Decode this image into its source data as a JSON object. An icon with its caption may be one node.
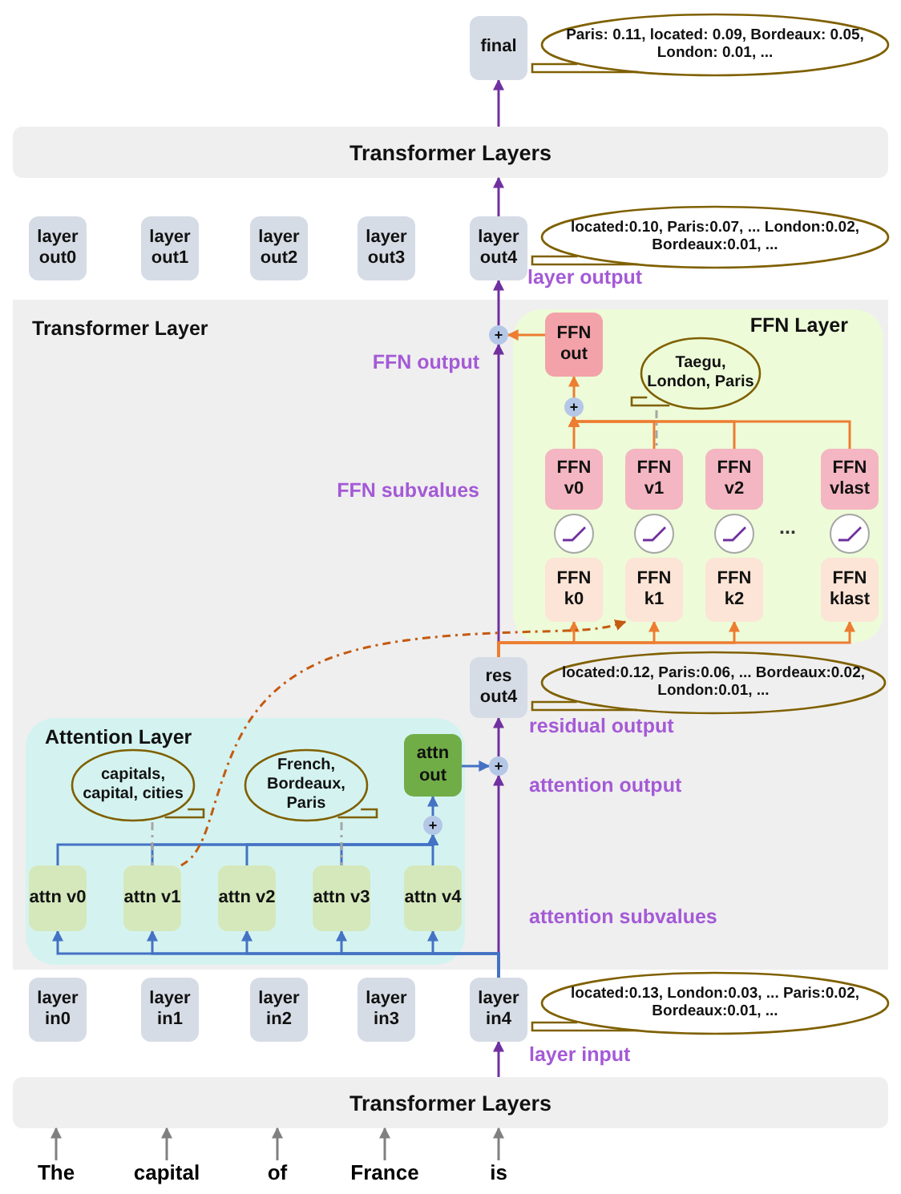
{
  "diagram": {
    "nodes": [
      {
        "text": [
          "final"
        ]
      },
      {
        "text": [
          "Paris: 0.11, located: 0.09, Bordeaux: 0.05, London: 0.01, ..."
        ]
      },
      {
        "text": [
          "Transformer Layers"
        ]
      },
      {
        "text": [
          "layer out0"
        ]
      },
      {
        "text": [
          "layer out1"
        ]
      },
      {
        "text": [
          "layer out2"
        ]
      },
      {
        "text": [
          "layer out3"
        ]
      },
      {
        "text": [
          "layer out4"
        ]
      },
      {
        "text": [
          "located:0.10, Paris:0.07, ... London:0.02, Bordeaux:0.01, ..."
        ]
      },
      {
        "text": [
          "Transformer Layer"
        ]
      },
      {
        "text": [
          "+"
        ],
        "in": 9
      },
      {
        "text": [
          "FFN Layer"
        ],
        "in": 9
      },
      {
        "text": [
          "FFN out"
        ],
        "in": 11
      },
      {
        "text": [
          "Taegu, London, Paris"
        ],
        "in": 11
      },
      {
        "text": [
          "+"
        ],
        "in": 11
      },
      {
        "text": [
          "FFN v0"
        ],
        "in": 11
      },
      {
        "text": [
          "FFN v1"
        ],
        "in": 11
      },
      {
        "text": [
          "FFN v2"
        ],
        "in": 11
      },
      {
        "text": [
          "FFN vlast"
        ],
        "in": 11
      },
      {
        "text": [
          "FFN k0"
        ],
        "in": 11
      },
      {
        "text": [
          "FFN k1"
        ],
        "in": 11
      },
      {
        "text": [
          "FFN k2"
        ],
        "in": 11
      },
      {
        "text": [
          "FFN klast"
        ],
        "in": 11
      },
      {
        "text": [
          "res out4"
        ],
        "in": 9
      },
      {
        "text": [
          "located:0.12, Paris:0.06, ... Bordeaux:0.02, London:0.01, ..."
        ],
        "in": 9
      },
      {
        "text": [
          "+"
        ],
        "in": 9
      },
      {
        "text": [
          "Attention Layer"
        ],
        "in": 9
      },
      {
        "text": [
          "attn out"
        ],
        "in": 26
      },
      {
        "text": [
          "capitals, capital, cities"
        ],
        "in": 26
      },
      {
        "text": [
          "French, Bordeaux, Paris"
        ],
        "in": 26
      },
      {
        "text": [
          "+"
        ],
        "in": 26
      },
      {
        "text": [
          "attn v0"
        ],
        "in": 26
      },
      {
        "text": [
          "attn v1"
        ],
        "in": 26
      },
      {
        "text": [
          "attn v2"
        ],
        "in": 26
      },
      {
        "text": [
          "attn v3"
        ],
        "in": 26
      },
      {
        "text": [
          "attn v4"
        ],
        "in": 26
      },
      {
        "text": [
          "layer in0"
        ]
      },
      {
        "text": [
          "layer in1"
        ]
      },
      {
        "text": [
          "layer in2"
        ]
      },
      {
        "text": [
          "layer in3"
        ]
      },
      {
        "text": [
          "layer in4"
        ]
      },
      {
        "text": [
          "located:0.13, London:0.03, ... Paris:0.02, Bordeaux:0.01, ..."
        ]
      },
      {
        "text": [
          "Transformer Layers"
        ]
      },
      {
        "text": [
          "The"
        ]
      },
      {
        "text": [
          "capital"
        ]
      },
      {
        "text": [
          "of"
        ]
      },
      {
        "text": [
          "France"
        ]
      },
      {
        "text": [
          "is"
        ]
      }
    ],
    "edges": [
      {
        "from": 42,
        "to": 40,
        "arrow": "to",
        "color": "#7030a0"
      },
      {
        "from": 40,
        "to": 25,
        "arrow": "to",
        "color": "#7030a0"
      },
      {
        "from": 25,
        "to": 23,
        "arrow": "to",
        "color": "#7030a0"
      },
      {
        "from": 23,
        "to": 10,
        "arrow": "to",
        "color": "#7030a0"
      },
      {
        "from": 10,
        "to": 7,
        "arrow": "to",
        "color": "#7030a0"
      },
      {
        "from": 7,
        "to": 2,
        "arrow": "to",
        "color": "#7030a0"
      },
      {
        "from": 2,
        "to": 0,
        "arrow": "to",
        "color": "#7030a0"
      },
      {
        "from": 40,
        "to": 31,
        "arrow": "to"
      },
      {
        "from": 40,
        "to": 32,
        "arrow": "to"
      },
      {
        "from": 40,
        "to": 33,
        "arrow": "to"
      },
      {
        "from": 40,
        "to": 34,
        "arrow": "to"
      },
      {
        "from": 40,
        "to": 35,
        "arrow": "to"
      },
      {
        "from": 31,
        "to": 30,
        "arrow": "to"
      },
      {
        "from": 32,
        "to": 30,
        "arrow": "to"
      },
      {
        "from": 33,
        "to": 30,
        "arrow": "to"
      },
      {
        "from": 34,
        "to": 30,
        "arrow": "to"
      },
      {
        "from": 35,
        "to": 30,
        "arrow": "to"
      },
      {
        "from": 30,
        "to": 27,
        "arrow": "to"
      },
      {
        "from": 27,
        "to": 25,
        "arrow": "to"
      },
      {
        "from": 23,
        "to": 19,
        "arrow": "to",
        "color": "#ed7d31"
      },
      {
        "from": 23,
        "to": 20,
        "arrow": "to",
        "color": "#ed7d31"
      },
      {
        "from": 23,
        "to": 21,
        "arrow": "to",
        "color": "#ed7d31"
      },
      {
        "from": 23,
        "to": 22,
        "arrow": "to",
        "color": "#ed7d31"
      },
      {
        "from": 15,
        "to": 14,
        "arrow": "to",
        "color": "#ed7d31"
      },
      {
        "from": 16,
        "to": 14,
        "arrow": "to",
        "color": "#ed7d31"
      },
      {
        "from": 17,
        "to": 14,
        "arrow": "to",
        "color": "#ed7d31"
      },
      {
        "from": 18,
        "to": 14,
        "arrow": "to",
        "color": "#ed7d31"
      },
      {
        "from": 14,
        "to": 12,
        "arrow": "to",
        "color": "#ed7d31"
      },
      {
        "from": 12,
        "to": 10,
        "arrow": "to",
        "color": "#ed7d31"
      },
      {
        "from": 28,
        "to": 32,
        "arrow": "none",
        "style": "dashed",
        "color": "#a6a6a6"
      },
      {
        "from": 29,
        "to": 34,
        "arrow": "none",
        "style": "dashed",
        "color": "#a6a6a6"
      },
      {
        "from": 13,
        "to": 16,
        "arrow": "none",
        "style": "dashed",
        "color": "#a6a6a6"
      },
      {
        "from": 32,
        "to": 20,
        "arrow": "to",
        "style": "dashed",
        "color": "#c55a11"
      },
      {
        "from": 43,
        "to": 42,
        "arrow": "to",
        "color": "#808080"
      },
      {
        "from": 44,
        "to": 42,
        "arrow": "to",
        "color": "#808080"
      },
      {
        "from": 45,
        "to": 42,
        "arrow": "to",
        "color": "#808080"
      },
      {
        "from": 46,
        "to": 42,
        "arrow": "to",
        "color": "#808080"
      },
      {
        "from": 47,
        "to": 42,
        "arrow": "to",
        "color": "#808080"
      }
    ],
    "labels": [
      "layer output",
      "FFN output",
      "FFN subvalues",
      "residual output",
      "attention output",
      "attention subvalues",
      "layer input",
      "..."
    ]
  }
}
